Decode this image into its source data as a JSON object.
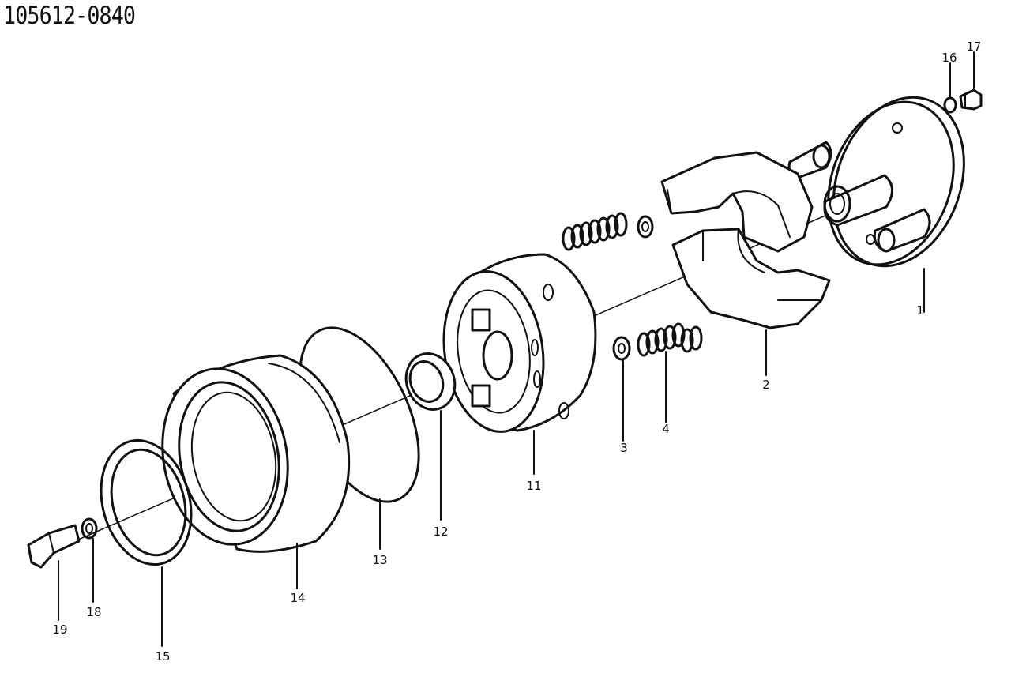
{
  "drawing": {
    "part_number": "105612-0840"
  },
  "callouts": [
    {
      "id": "c1",
      "text": "1"
    },
    {
      "id": "c2",
      "text": "2"
    },
    {
      "id": "c3",
      "text": "3"
    },
    {
      "id": "c4",
      "text": "4"
    },
    {
      "id": "c11",
      "text": "11"
    },
    {
      "id": "c12",
      "text": "12"
    },
    {
      "id": "c13",
      "text": "13"
    },
    {
      "id": "c14",
      "text": "14"
    },
    {
      "id": "c15",
      "text": "15"
    },
    {
      "id": "c16",
      "text": "16"
    },
    {
      "id": "c17",
      "text": "17"
    },
    {
      "id": "c18",
      "text": "18"
    },
    {
      "id": "c19",
      "text": "19"
    }
  ]
}
